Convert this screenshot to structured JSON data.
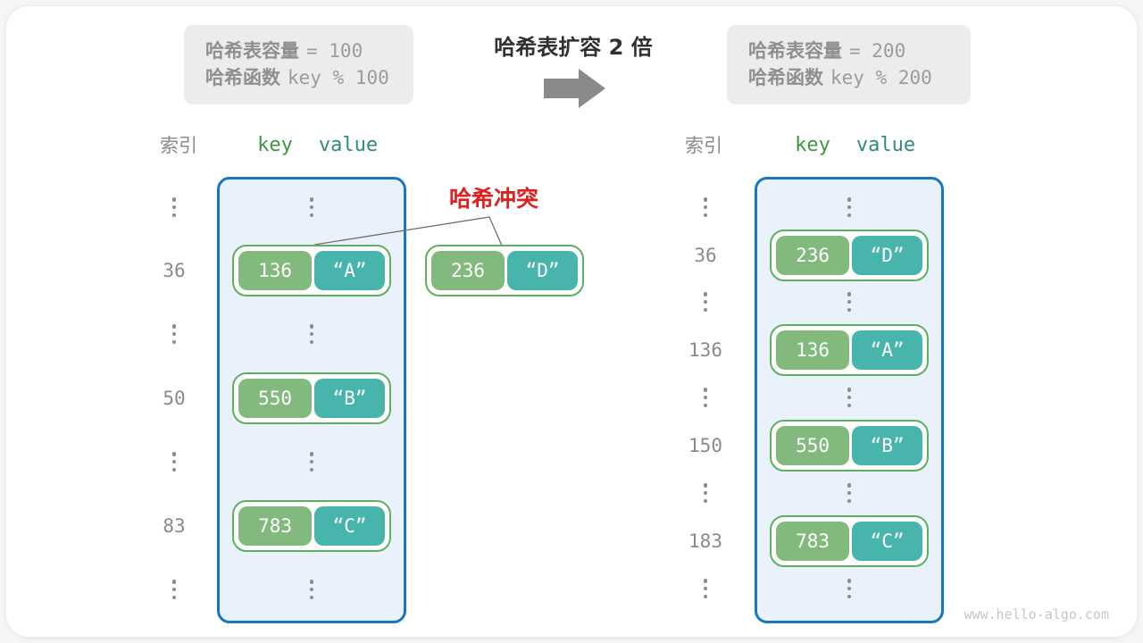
{
  "info_before": {
    "capacity_label": "哈希表容量",
    "capacity_value": "= 100",
    "function_label": "哈希函数",
    "function_value": "key % 100"
  },
  "info_after": {
    "capacity_label": "哈希表容量",
    "capacity_value": "= 200",
    "function_label": "哈希函数",
    "function_value": "key % 200"
  },
  "expand": {
    "title": "哈希表扩容 2 倍",
    "arrow_icon": "block-arrow-right"
  },
  "collision": {
    "label": "哈希冲突",
    "pair": {
      "key": "236",
      "value": "“D”"
    }
  },
  "left_table": {
    "headers": {
      "index": "索引",
      "key": "key",
      "value": "value"
    },
    "rows": [
      {
        "kind": "dots"
      },
      {
        "kind": "entry",
        "index": "36",
        "key": "136",
        "value": "“A”"
      },
      {
        "kind": "dots"
      },
      {
        "kind": "entry",
        "index": "50",
        "key": "550",
        "value": "“B”"
      },
      {
        "kind": "dots"
      },
      {
        "kind": "entry",
        "index": "83",
        "key": "783",
        "value": "“C”"
      },
      {
        "kind": "dots"
      }
    ]
  },
  "right_table": {
    "headers": {
      "index": "索引",
      "key": "key",
      "value": "value"
    },
    "rows": [
      {
        "kind": "dots"
      },
      {
        "kind": "entry",
        "index": "36",
        "key": "236",
        "value": "“D”"
      },
      {
        "kind": "dots"
      },
      {
        "kind": "entry",
        "index": "136",
        "key": "136",
        "value": "“A”"
      },
      {
        "kind": "dots"
      },
      {
        "kind": "entry",
        "index": "150",
        "key": "550",
        "value": "“B”"
      },
      {
        "kind": "dots"
      },
      {
        "kind": "entry",
        "index": "183",
        "key": "783",
        "value": "“C”"
      },
      {
        "kind": "dots"
      }
    ]
  },
  "watermark": "www.hello-algo.com",
  "icons": {
    "ellipsis": "vertical-ellipsis",
    "arrow": "block-arrow-right"
  },
  "colors": {
    "bucket_border": "#1677c2",
    "bucket_fill": "#e9f2fb",
    "key_green": "#82b97d",
    "value_teal": "#48b5ac",
    "pair_border": "#5faf62",
    "collision_red": "#e01f1f",
    "header_key_green": "#3f9642",
    "header_value_teal": "#2f8c7b",
    "gray_text": "#8a8a8a",
    "info_box_bg": "#ececec",
    "title_text": "#303030",
    "arrow_gray": "#8a8a8a",
    "watermark_gray": "#c6c6c6"
  }
}
